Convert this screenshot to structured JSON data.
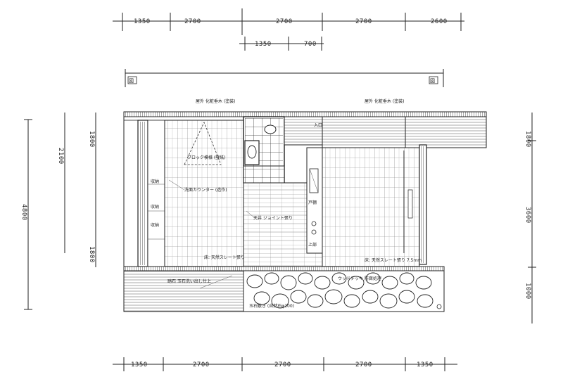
{
  "drawing": {
    "top_dims": [
      "1350",
      "2700",
      "2700",
      "2700",
      "2600"
    ],
    "top_sub_dims": [
      "1350",
      "700"
    ],
    "bottom_dims": [
      "1350",
      "2700",
      "2700",
      "2700",
      "1350"
    ],
    "left_dims": [
      "4800",
      "2100",
      "1800",
      "1800"
    ],
    "right_dims": [
      "1800",
      "3600",
      "1000"
    ],
    "section_marks": [
      "図",
      "図"
    ],
    "notes": {
      "eave_left": "屋外 化粧垂木 (塗装)",
      "eave_right": "屋外 化粧垂木 (塗装)",
      "fixture_top": "ブロック模様 (壁紙)",
      "fixture_mid": "洗面カウンター (造作)",
      "center": "天井 ジョイント張り",
      "floor_left": "床: 天然スレート張り",
      "floor_right": "床: 天然スレート張り 7.5mm",
      "terrace_left": "踏石 玉石洗い出し仕上",
      "terrace_right": "ウッドデッキ 防腐処理",
      "bottom_note": "玉石敷き (自然石φ100)",
      "label_a": "収納",
      "label_b": "収納",
      "label_c": "収納",
      "label_d": "戸棚",
      "label_e": "上部",
      "label_f": "入口"
    }
  }
}
